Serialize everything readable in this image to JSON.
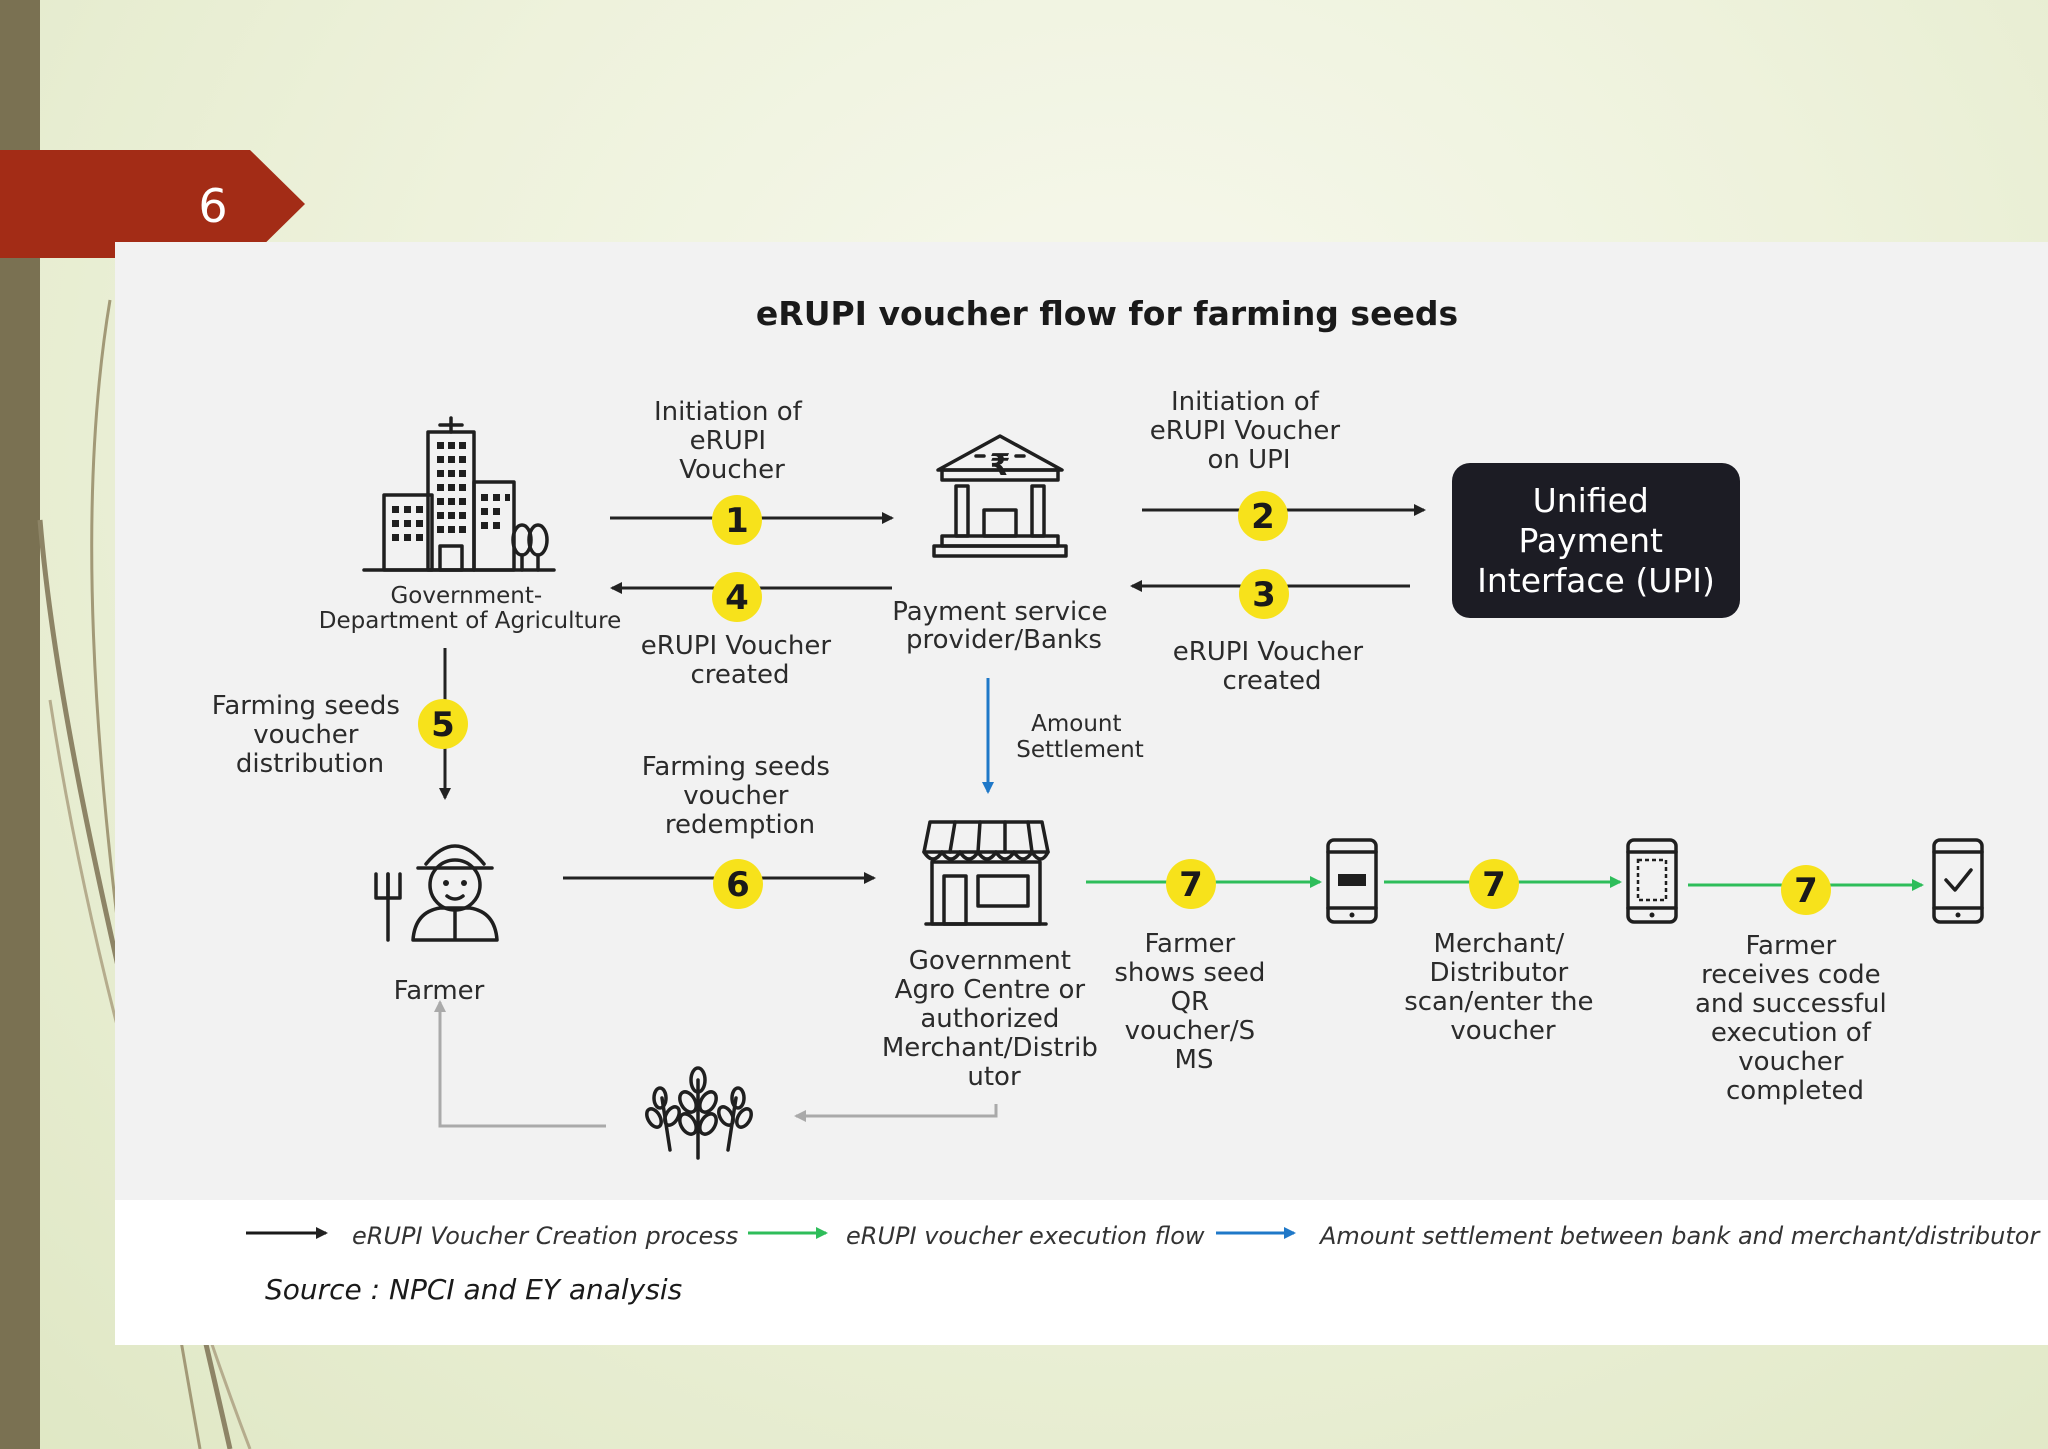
{
  "slide": {
    "number": "6"
  },
  "diagram": {
    "title": "eRUPI voucher flow for farming seeds",
    "nodes": {
      "government": [
        "Government-",
        "Department of Agriculture"
      ],
      "bank": [
        "Payment service",
        "provider/Banks"
      ],
      "upi": [
        "Unified",
        "Payment",
        "Interface (UPI)"
      ],
      "farmer": [
        "Farmer"
      ],
      "agro_centre": [
        "Government",
        "Agro Centre or",
        "authorized",
        "Merchant/Distrib",
        "utor"
      ]
    },
    "steps": [
      {
        "number": "1",
        "label": [
          "Initiation of",
          "eRUPI",
          "Voucher"
        ]
      },
      {
        "number": "2",
        "label": [
          "Initiation of",
          "eRUPI Voucher",
          "on UPI"
        ]
      },
      {
        "number": "3",
        "label": [
          "eRUPI Voucher",
          "created"
        ]
      },
      {
        "number": "4",
        "label": [
          "eRUPI Voucher",
          "created"
        ]
      },
      {
        "number": "5",
        "label": [
          "Farming seeds",
          "voucher",
          "distribution"
        ]
      },
      {
        "number": "6",
        "label": [
          "Farming seeds",
          "voucher",
          "redemption"
        ]
      },
      {
        "number": "7",
        "label": [
          "Farmer",
          "shows seed",
          "QR",
          "voucher/S",
          "MS"
        ]
      },
      {
        "number": "7",
        "label": [
          "Merchant/",
          "Distributor",
          "scan/enter the",
          "voucher"
        ]
      },
      {
        "number": "7",
        "label": [
          "Farmer",
          "receives code",
          "and successful",
          "execution of",
          "voucher",
          "completed"
        ]
      }
    ],
    "settlement_label": [
      "Amount",
      "Settlement"
    ],
    "legend": [
      {
        "label": "eRUPI Voucher Creation process",
        "color": "#1a1a1a"
      },
      {
        "label": "eRUPI voucher execution flow",
        "color": "#2ebd5a"
      },
      {
        "label": "Amount settlement between bank and merchant/distributor",
        "color": "#1f78c8"
      }
    ],
    "source": "Source : NPCI and EY analysis",
    "colors": {
      "step_badge": "#f7e21b",
      "upi_box": "#1c1c24",
      "slide_tab": "#a32c16",
      "left_bar": "#7a7152"
    },
    "icons": [
      "government-building-icon",
      "bank-rupee-icon",
      "farmer-icon",
      "shop-icon",
      "wheat-icon",
      "phone-card-icon",
      "phone-scan-icon",
      "phone-check-icon"
    ]
  }
}
